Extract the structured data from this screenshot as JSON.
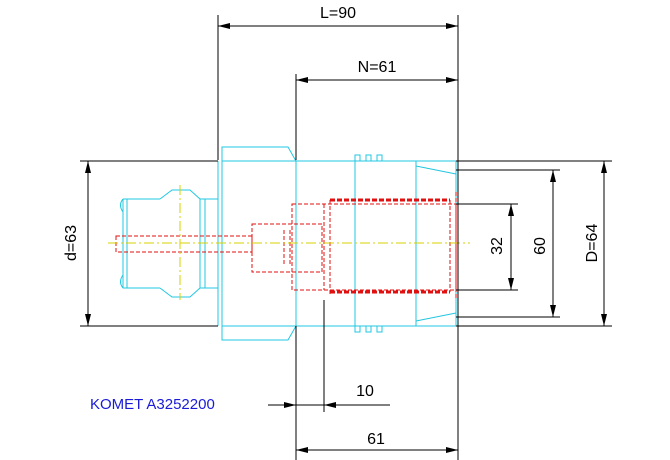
{
  "drawing": {
    "part_label": "KOMET A3252200",
    "dimensions": {
      "L": "L=90",
      "N": "N=61",
      "d": "d=63",
      "D": "D=64",
      "bore_60": "60",
      "bore_32": "32",
      "offset_10": "10",
      "length_61": "61"
    },
    "colors": {
      "outline": "#22c7e0",
      "hidden": "#e01010",
      "centerline": "#d8d000",
      "dimension": "#000000",
      "label": "#1a1ad8"
    }
  }
}
